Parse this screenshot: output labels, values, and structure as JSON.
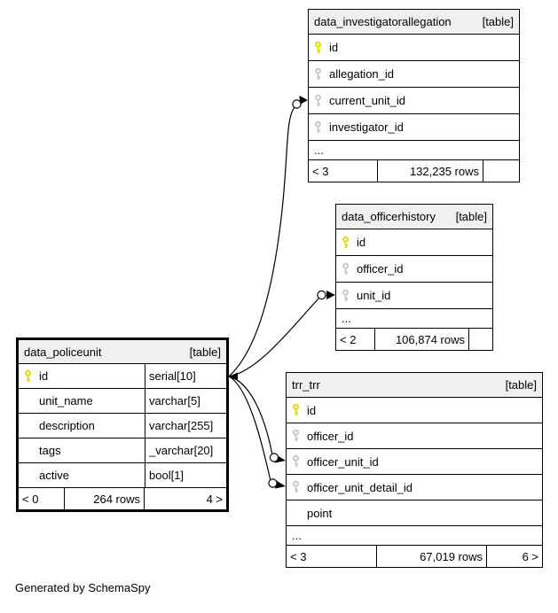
{
  "diagram": {
    "generated_note": "Generated by SchemaSpy",
    "colors": {
      "header_bg": "#f0f0f0",
      "row_bg": "#ffffff",
      "border": "#000000",
      "pk_key": "#dede00",
      "fk_key": "#c9c9c9"
    },
    "tables": [
      {
        "name": "data_investigatorallegation",
        "type_label": "[table]",
        "columns": [
          {
            "name": "id",
            "key": "pk"
          },
          {
            "name": "allegation_id",
            "key": "fk"
          },
          {
            "name": "current_unit_id",
            "key": "fk"
          },
          {
            "name": "investigator_id",
            "key": "fk"
          }
        ],
        "ellipsis": "...",
        "footer": {
          "children": "< 3",
          "rows": "132,235 rows",
          "parents": ""
        }
      },
      {
        "name": "data_officerhistory",
        "type_label": "[table]",
        "columns": [
          {
            "name": "id",
            "key": "pk"
          },
          {
            "name": "officer_id",
            "key": "fk"
          },
          {
            "name": "unit_id",
            "key": "fk"
          }
        ],
        "ellipsis": "...",
        "footer": {
          "children": "< 2",
          "rows": "106,874 rows",
          "parents": ""
        }
      },
      {
        "name": "data_policeunit",
        "type_label": "[table]",
        "emphasized": true,
        "columns": [
          {
            "name": "id",
            "key": "pk",
            "type": "serial[10]"
          },
          {
            "name": "unit_name",
            "type": "varchar[5]"
          },
          {
            "name": "description",
            "type": "varchar[255]"
          },
          {
            "name": "tags",
            "type": "_varchar[20]"
          },
          {
            "name": "active",
            "type": "bool[1]"
          }
        ],
        "footer": {
          "children": "< 0",
          "rows": "264 rows",
          "parents": "4 >"
        }
      },
      {
        "name": "trr_trr",
        "type_label": "[table]",
        "columns": [
          {
            "name": "id",
            "key": "pk"
          },
          {
            "name": "officer_id",
            "key": "fk"
          },
          {
            "name": "officer_unit_id",
            "key": "fk"
          },
          {
            "name": "officer_unit_detail_id",
            "key": "fk"
          },
          {
            "name": "point"
          }
        ],
        "ellipsis": "...",
        "footer": {
          "children": "< 3",
          "rows": "67,019 rows",
          "parents": "6 >"
        }
      }
    ],
    "relationships": [
      {
        "from": "data_policeunit.id",
        "to": "data_investigatorallegation.current_unit_id"
      },
      {
        "from": "data_policeunit.id",
        "to": "data_officerhistory.unit_id"
      },
      {
        "from": "data_policeunit.id",
        "to": "trr_trr.officer_unit_id"
      },
      {
        "from": "data_policeunit.id",
        "to": "trr_trr.officer_unit_detail_id"
      }
    ]
  }
}
